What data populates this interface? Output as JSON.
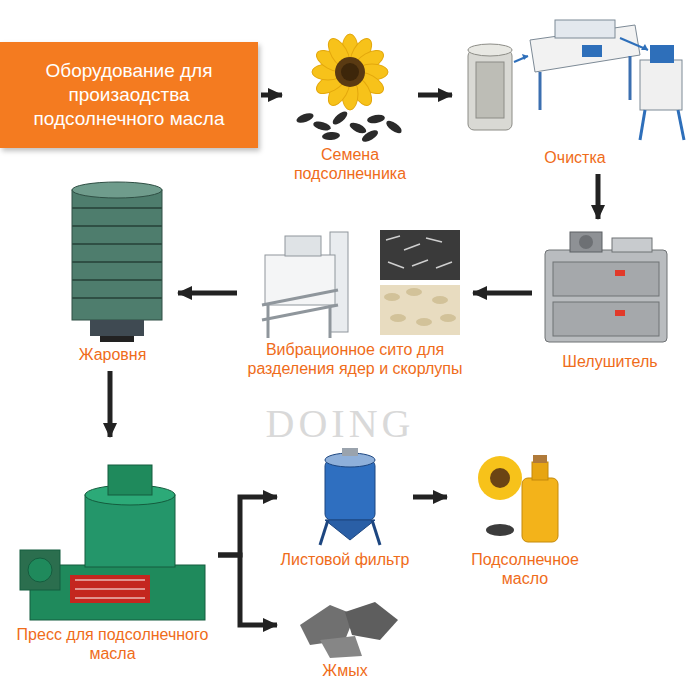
{
  "diagram": {
    "nodes": [
      {
        "text": [
          "Оборудование для произаодства подсолнечного масла"
        ]
      },
      {
        "text": [
          "Семена подсолнечника"
        ]
      },
      {
        "text": [
          "Очистка"
        ]
      },
      {
        "text": [
          "Шелушитель"
        ]
      },
      {
        "text": [
          "Вибрационное сито для разделения ядер и скорлупы"
        ]
      },
      {
        "text": [
          "Жаровня"
        ]
      },
      {
        "text": [
          "Пресс для подсолнечного масла"
        ]
      },
      {
        "text": [
          "Листовой фильтр"
        ]
      },
      {
        "text": [
          "Подсолнечное масло"
        ]
      },
      {
        "text": [
          "Жмых"
        ]
      }
    ],
    "edges": [
      {
        "from": 0,
        "to": 1,
        "arrow": "to"
      },
      {
        "from": 1,
        "to": 2,
        "arrow": "to"
      },
      {
        "from": 2,
        "to": 3,
        "arrow": "to"
      },
      {
        "from": 3,
        "to": 4,
        "arrow": "to"
      },
      {
        "from": 4,
        "to": 5,
        "arrow": "to"
      },
      {
        "from": 5,
        "to": 6,
        "arrow": "to"
      },
      {
        "from": 6,
        "to": 7,
        "arrow": "to"
      },
      {
        "from": 7,
        "to": 8,
        "arrow": "to"
      },
      {
        "from": 6,
        "to": 9,
        "arrow": "to"
      }
    ],
    "labels": [
      "DOING"
    ]
  }
}
